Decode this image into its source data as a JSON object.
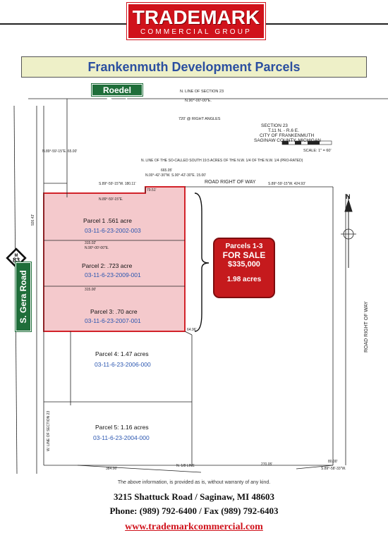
{
  "header": {
    "logo_main": "TRADEMARK",
    "logo_sub": "COMMERCIAL GROUP",
    "title": "Frankenmuth Development Parcels"
  },
  "roads": {
    "north": "Roedel Road",
    "west": "S. Gera Road",
    "route_number": "83",
    "route_letter": "M"
  },
  "survey": {
    "section_line": "N. LINE OF SECTION 23",
    "section_bearing": "N.90°-00'-00\"E.",
    "right_angles": "720' @ RIGHT ANGLES",
    "section": "SECTION 23",
    "township": "T.11 N. - R.6 E.",
    "city": "CITY OF FRANKENMUTH",
    "county": "SAGINAW COUNTY, MICHIGAN",
    "scale": "SCALE: 1\" = 60'",
    "road_row_north": "ROAD RIGHT OF WAY",
    "road_row_east": "ROAD RIGHT OF WAY",
    "south_line_note": "N. LINE OF THE SO-CALLED SOUTH 19.5 ACRES OF THE N.W. 1/4 OF THE N.W. 1/4 (PRO-RATED)",
    "quarter_line": "N. 1/8 LINE",
    "west_line": "W. LINE OF SECTION 23",
    "north_arrow": "N",
    "dims": {
      "d1": "S.89°-59'-15\"W. 180.11'",
      "d2": "N.89°-59'-15\"E.",
      "d3": "79.51'",
      "d4": "S.89°-59'-15\"W. 424.93'",
      "d5": "N.90°-00'-00\"E.",
      "d6": "315.02'",
      "d7": "315.00'",
      "d8": "64.96'",
      "d9": "384.00'",
      "d10": "270.05'",
      "d11": "80.00'",
      "d12": "S.89°-58'-33\"W.",
      "d13": "665.05'",
      "d14": "N.89°-59'-15\"E. 65.00'",
      "d15": "926.43'",
      "d16": "N.00°-42'-30\"W. S.00°-42'-30\"E. 15.00'"
    }
  },
  "parcels": [
    {
      "label": "Parcel 1  .561 acre",
      "id": "03-11-6-23-2002-003"
    },
    {
      "label": "Parcel 2: .723 acre",
      "id": "03-11-6-23-2009-001"
    },
    {
      "label": "Parcel 3: .70 acre",
      "id": "03-11-6-23-2007-001"
    },
    {
      "label": "Parcel 4:  1.47 acres",
      "id": "03-11-6-23-2006-000"
    },
    {
      "label": "Parcel 5:  1.16 acres",
      "id": "03-11-6-23-2004-000"
    }
  ],
  "sale": {
    "line1": "Parcels 1-3",
    "line2": "FOR SALE",
    "price": "$335,000",
    "acres": "1.98 acres"
  },
  "footer": {
    "disclaimer": "The above information, is provided as is, without warranty of any kind.",
    "address": "3215 Shattuck Road  /   Saginaw, MI 48603",
    "phone": "Phone:  (989) 792-6400  /  Fax  (989) 792-6403",
    "website": "www.trademarkcommercial.com"
  },
  "colors": {
    "brand_red": "#d0121b",
    "highlight": "#f4c9cc",
    "sign_green": "#1f6e3a",
    "title_blue": "#2b4fa0"
  }
}
